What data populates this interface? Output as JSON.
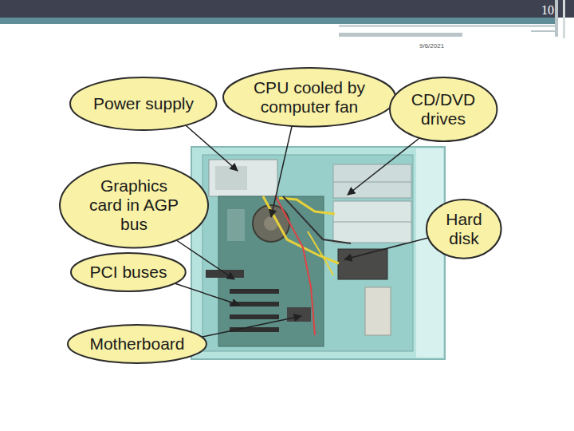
{
  "diagram": {
    "nodes": [
      {
        "text": [
          "Power supply"
        ]
      },
      {
        "text": [
          "CPU cooled by computer fan"
        ]
      },
      {
        "text": [
          "CD/DVD drives"
        ]
      },
      {
        "text": [
          "Graphics card in AGP bus"
        ]
      },
      {
        "text": [
          "Hard disk"
        ]
      },
      {
        "text": [
          "PCI buses"
        ]
      },
      {
        "text": [
          "Motherboard"
        ]
      }
    ],
    "labels": [
      "10",
      "9/6/2021"
    ]
  }
}
